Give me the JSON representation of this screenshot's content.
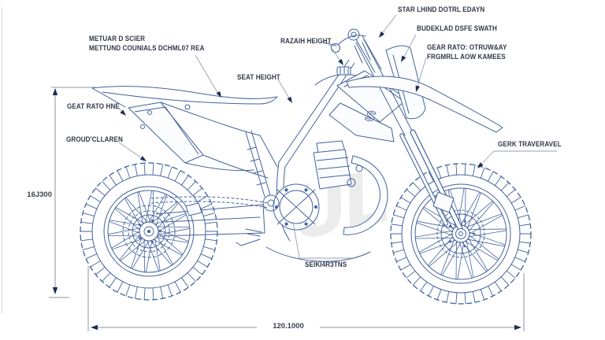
{
  "diagram": {
    "type": "motocross-bike-blueprint",
    "callouts": {
      "top_note": {
        "line1": "METUAR D SCIER",
        "line2": "METTUND COUNIALS DCHML07 REA"
      },
      "seat_height": "SEAT HEIGHT",
      "razaih_height": "RAZAIH HEIGHT",
      "star_lhind": "STAR LHIND DOTRL EDAYN",
      "budeklad": "BUDEKLAD DSFE SWATH",
      "gear_rato": {
        "line1": "GEAR RATO: OTRUW&AY",
        "line2": "FRGMRLL AOW KAMEES"
      },
      "geat_rato_hne": "GEAT RATO HNE",
      "ground_clearance": "GROUD'CLLAREN",
      "fork_travel": "GERK TRAVERAVEL",
      "engine_note": "SEIKI4R3TNS"
    },
    "dimensions": {
      "overall_height": "16J300",
      "wheelbase": "120.1000"
    },
    "logo_glyph": "S",
    "watermark": "UL",
    "colors": {
      "linework": "#45639c",
      "panel_fill": "#fbfcfe",
      "label_text": "#323847",
      "dimension_text": "#3a3f4b",
      "leader_line": "#9aa1ab",
      "dimension_line": "#8e949e",
      "dimension_arrow": "#1d2b56",
      "watermark": "#c9c9c9",
      "background": "#ffffff"
    }
  }
}
